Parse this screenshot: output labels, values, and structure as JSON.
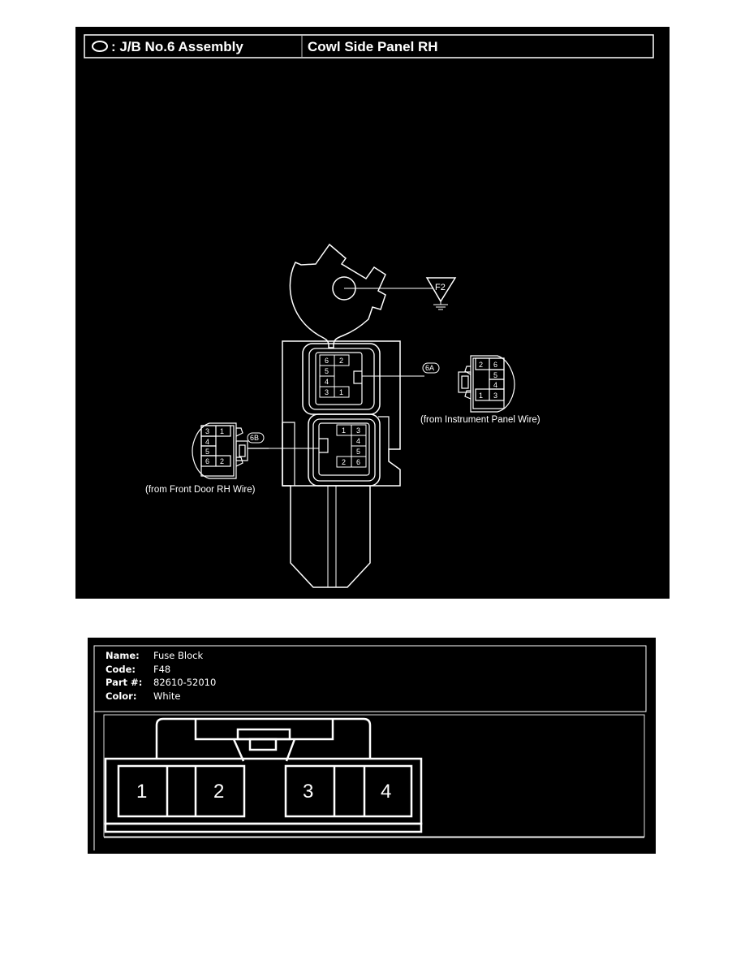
{
  "header": {
    "legend_symbol": "oval-connector-symbol",
    "assembly_label": ": J/B No.6 Assembly",
    "location": "Cowl Side Panel RH"
  },
  "diagram": {
    "ground": {
      "label": "F2",
      "icon": "ground-symbol"
    },
    "connector_6A": {
      "tag": "6A",
      "source": "(from Instrument Panel Wire)",
      "jb_pins": [
        "6",
        "2",
        "5",
        "4",
        "3",
        "1"
      ],
      "mating_pins": [
        "2",
        "6",
        "5",
        "4",
        "1",
        "3"
      ]
    },
    "connector_6B": {
      "tag": "6B",
      "source": "(from Front Door RH Wire)",
      "jb_pins": [
        "1",
        "3",
        "4",
        "5",
        "2",
        "6"
      ],
      "mating_pins": [
        "3",
        "1",
        "4",
        "5",
        "6",
        "2"
      ]
    }
  },
  "connector_info": {
    "fields": [
      {
        "key": "Name:",
        "value": "Fuse Block"
      },
      {
        "key": "Code:",
        "value": "F48"
      },
      {
        "key": "Part #:",
        "value": "82610-52010"
      },
      {
        "key": "Color:",
        "value": "White"
      }
    ],
    "pins": [
      "1",
      "2",
      "3",
      "4"
    ]
  },
  "colors": {
    "background": "#000000",
    "lines": "#ffffff",
    "page": "#ffffff"
  }
}
